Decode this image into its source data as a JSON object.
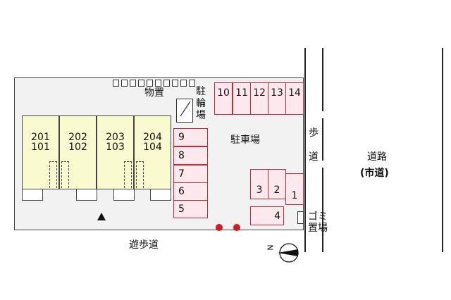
{
  "labels": {
    "storage": "物置",
    "bicycle_parking": [
      "駐",
      "輪",
      "場"
    ],
    "parking_lot": "駐車場",
    "sidewalk": [
      "歩",
      "道"
    ],
    "road": "道路",
    "road_type": "(市道)",
    "garbage": [
      "ゴ",
      "ミ"
    ],
    "garbage_line2": "置場",
    "promenade": "遊歩道",
    "north": "N"
  },
  "units": [
    {
      "upper": "201",
      "lower": "101"
    },
    {
      "upper": "202",
      "lower": "102"
    },
    {
      "upper": "203",
      "lower": "103"
    },
    {
      "upper": "204",
      "lower": "104"
    }
  ],
  "parking_left": [
    "9",
    "8",
    "7",
    "6",
    "5"
  ],
  "parking_top": [
    "10",
    "11",
    "12",
    "13",
    "14"
  ],
  "parking_right": [
    "3",
    "2",
    "1"
  ],
  "parking_bottom": "4",
  "colors": {
    "unit_fill": "#fafad1",
    "parking_fill": "#fde8ee",
    "parking_border": "#c8283d",
    "entrance_dot": "#d51a22",
    "site_fill": "#f2f2f2"
  }
}
